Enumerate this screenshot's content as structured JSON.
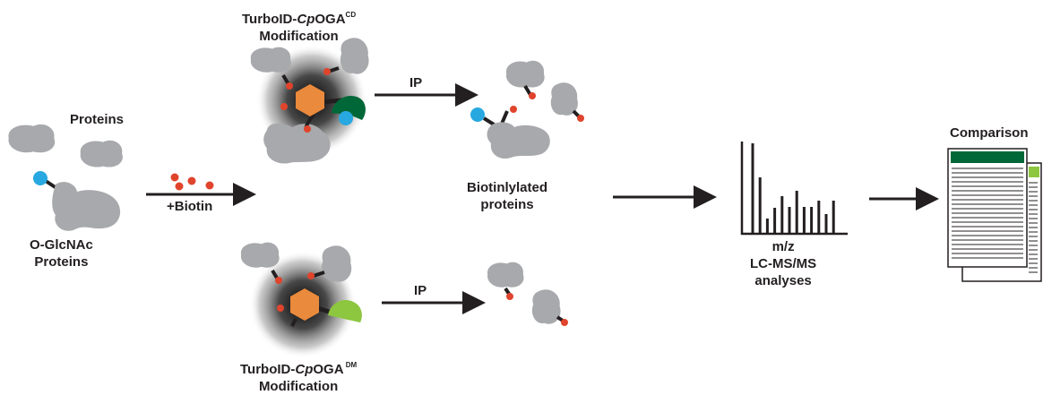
{
  "labels": {
    "proteins": "Proteins",
    "oglcnac_line1": "O-GlcNAc",
    "oglcnac_line2": "Proteins",
    "biotin": "+Biotin",
    "cd_prefix": "TurboID-",
    "cd_italic": "Cp",
    "cd_main": "OGA",
    "cd_sup": "CD",
    "cd_line2": "Modification",
    "dm_prefix": "TurboID-",
    "dm_italic": "Cp",
    "dm_main": "OGA",
    "dm_sup": " DM",
    "dm_line2": "Modification",
    "ip_top": "IP",
    "ip_bottom": "IP",
    "biotinylated_line1": "Biotinlylated",
    "biotinylated_line2": "proteins",
    "mz": "m/z",
    "lcms_line1": "LC-MS/MS",
    "lcms_line2": "analyses",
    "comparison": "Comparison"
  },
  "colors": {
    "protein": "#a7a9ac",
    "biotin": "#e0442c",
    "oglcnac": "#27a8e0",
    "turboid": "#ea8a3c",
    "oga_cd": "#006838",
    "oga_dm": "#8dc63f",
    "arrow": "#231f20",
    "text": "#231f20"
  },
  "spectrum_peaks": [
    1.0,
    0.62,
    0.16,
    0.28,
    0.41,
    0.29,
    0.47,
    0.29,
    0.29,
    0.36,
    0.21,
    0.36
  ]
}
